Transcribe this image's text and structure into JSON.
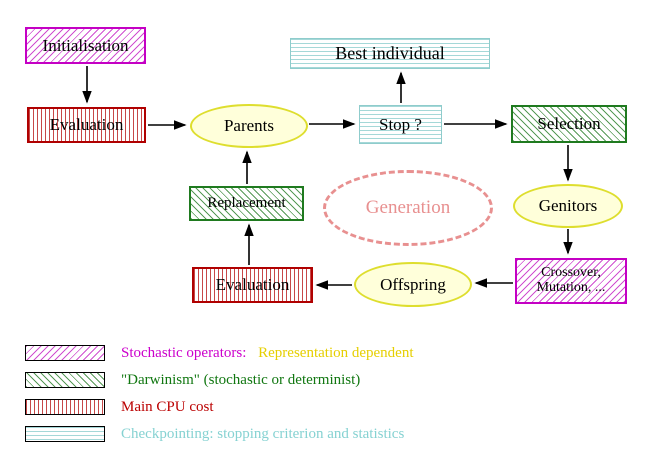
{
  "diagram": {
    "nodes": {
      "initialisation": {
        "label": "Initialisation"
      },
      "best_individual": {
        "label": "Best individual"
      },
      "evaluation_top": {
        "label": "Evaluation"
      },
      "parents": {
        "label": "Parents"
      },
      "stop": {
        "label": "Stop ?"
      },
      "selection": {
        "label": "Selection"
      },
      "replacement": {
        "label": "Replacement"
      },
      "generation": {
        "label": "Generation"
      },
      "genitors": {
        "label": "Genitors"
      },
      "evaluation_bottom": {
        "label": "Evaluation"
      },
      "offspring": {
        "label": "Offspring"
      },
      "crossover_mutation": {
        "line1": "Crossover,",
        "line2": "Mutation, ..."
      }
    },
    "colors": {
      "magenta_hatch": "#cc00cc",
      "green_hatch": "#1f7a1f",
      "red_stripes": "#bb0000",
      "cyan_stripes": "#8fcccc",
      "ellipse_fill": "#ffffda",
      "ellipse_border": "#dede2e",
      "generation_pink": "#e89090",
      "arrow": "#000000"
    }
  },
  "legend": {
    "items": [
      {
        "swatch": "magenta-hatch",
        "label": "Stochastic operators:",
        "label_suffix": "Representation dependent",
        "label_color": "#cc00cc",
        "suffix_color": "#e6cf00"
      },
      {
        "swatch": "green-hatch",
        "label": "\"Darwinism\" (stochastic or determinist)",
        "label_color": "#117711"
      },
      {
        "swatch": "red-stripes",
        "label": "Main CPU cost",
        "label_color": "#bb0000"
      },
      {
        "swatch": "cyan-stripes",
        "label": "Checkpointing: stopping criterion and statistics",
        "label_color": "#86d2d2"
      }
    ]
  }
}
